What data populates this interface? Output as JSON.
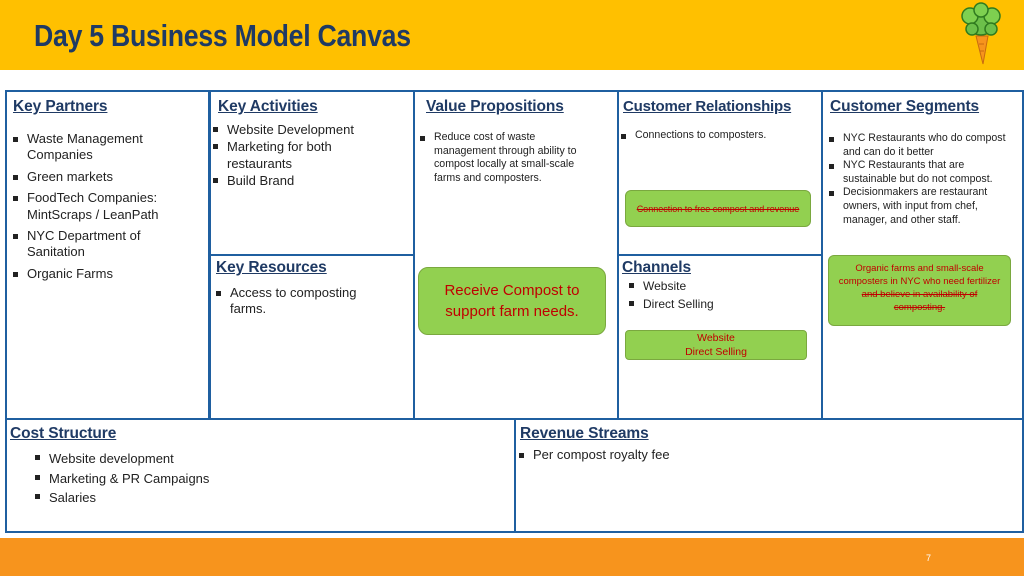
{
  "header": {
    "title": "Day 5 Business Model Canvas"
  },
  "footer": {
    "page_number": "7"
  },
  "canvas": {
    "key_partners": {
      "title": "Key Partners",
      "items": [
        "Waste Management Companies",
        "Green markets",
        "FoodTech Companies: MintScraps / LeanPath",
        "NYC Department of Sanitation",
        "Organic Farms"
      ]
    },
    "key_activities": {
      "title": "Key Activities",
      "items": [
        "Website Development",
        "Marketing for both restaurants",
        "Build Brand"
      ]
    },
    "key_resources": {
      "title": "Key Resources",
      "items": [
        "Access to composting farms."
      ]
    },
    "value_propositions": {
      "title": "Value Propositions",
      "items": [
        "Reduce cost of waste management through ability to compost locally at small-scale farms and composters."
      ],
      "note": "Receive Compost to support farm needs."
    },
    "customer_relationships": {
      "title": "Customer Relationships",
      "items": [
        "Connections to composters."
      ],
      "note": "Connection to free compost and revenue"
    },
    "channels": {
      "title": "Channels",
      "items": [
        "Website",
        "Direct Selling"
      ],
      "note_line1": "Website",
      "note_line2": "Direct Selling"
    },
    "customer_segments": {
      "title": "Customer Segments",
      "items": [
        "NYC Restaurants who do compost and can do it better",
        "NYC Restaurants that are sustainable but do not compost.",
        "Decisionmakers are restaurant owners, with input from chef, manager, and other staff."
      ],
      "note_part1": "Organic farms and small-scale composters in NYC who need fertilizer",
      "note_struck": "and believe in availability of composting."
    },
    "cost_structure": {
      "title": "Cost Structure",
      "items": [
        "Website development",
        "Marketing & PR Campaigns",
        "Salaries"
      ]
    },
    "revenue_streams": {
      "title": "Revenue Streams",
      "items": [
        "Per compost royalty fee"
      ]
    }
  },
  "colors": {
    "header": "#ffc000",
    "footer": "#f7941d",
    "border": "#1f5fa0",
    "title_text": "#1f3a64",
    "note_fill": "#92d050",
    "note_text": "#c00000"
  }
}
